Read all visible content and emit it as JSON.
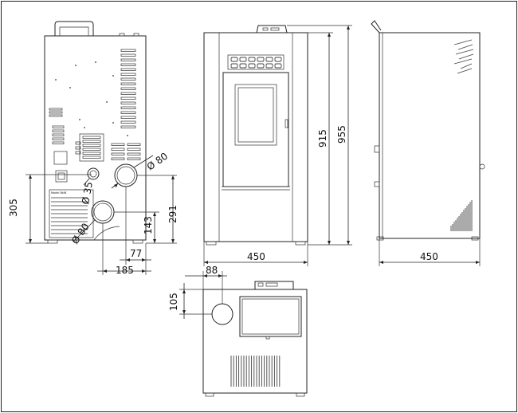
{
  "dimensions": {
    "back_view": {
      "height_305": "305",
      "dia_80_top": "Ø 80",
      "dia_35": "Ø 35",
      "dia_80_bottom": "Ø 80",
      "height_291": "291",
      "height_143": "143",
      "width_77": "77",
      "width_185": "185"
    },
    "front_view": {
      "width_450": "450",
      "height_915": "915",
      "height_955": "955"
    },
    "side_view": {
      "depth_450": "450"
    },
    "top_view": {
      "offset_88": "88",
      "offset_105": "105"
    }
  },
  "plates": {
    "back_model_plate": "Model 8kW"
  }
}
